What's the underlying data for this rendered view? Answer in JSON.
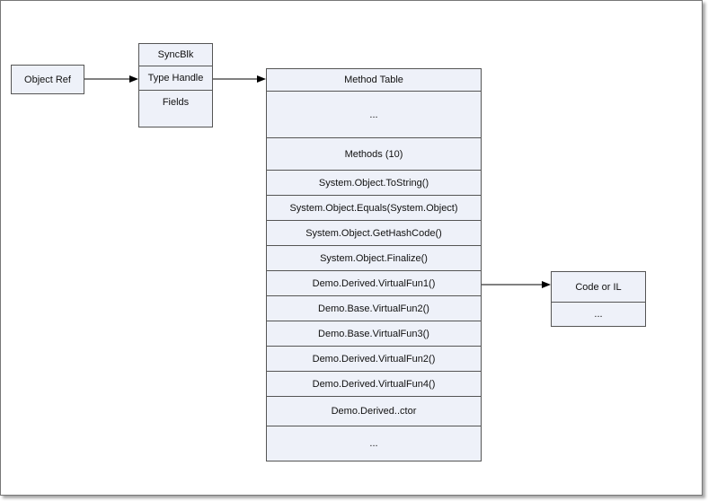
{
  "object_ref": {
    "label": "Object Ref"
  },
  "object": {
    "fields": [
      "SyncBlk",
      "Type Handle",
      "Fields"
    ]
  },
  "method_table": {
    "title": "Method Table",
    "ellipsis_top": "...",
    "methods_header": "Methods (10)",
    "methods": [
      "System.Object.ToString()",
      "System.Object.Equals(System.Object)",
      "System.Object.GetHashCode()",
      "System.Object.Finalize()",
      "Demo.Derived.VirtualFun1()",
      "Demo.Base.VirtualFun2()",
      "Demo.Base.VirtualFun3()",
      "Demo.Derived.VirtualFun2()",
      "Demo.Derived.VirtualFun4()",
      "Demo.Derived..ctor"
    ],
    "ellipsis_bottom": "..."
  },
  "code": {
    "title": "Code or IL",
    "ellipsis": "..."
  },
  "colors": {
    "box_fill": "#eef1f9",
    "border": "#555555",
    "arrow": "#000000"
  }
}
